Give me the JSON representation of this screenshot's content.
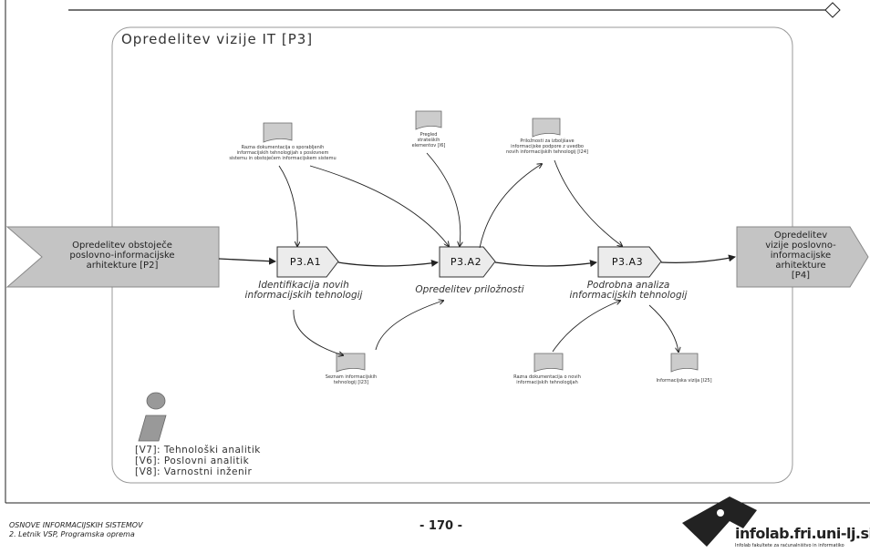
{
  "diagram": {
    "title": "Opredelitev vizije IT [P3]",
    "input": "Opredelitev obstoječe\nposlovno-informacijske\narhitekture [P2]",
    "output": "Opredelitev\nvizije poslovno-\ninformacijske\narhitekture\n[P4]",
    "activities": [
      {
        "id": "P3.A1",
        "name": "Identifikacija novih\ninformacijskih tehnologij"
      },
      {
        "id": "P3.A2",
        "name": "Opredelitev priložnosti"
      },
      {
        "id": "P3.A3",
        "name": "Podrobna analiza\ninformacijskih tehnologij"
      }
    ],
    "documents": {
      "d1": "Razna dokumentacija o sporabljenih\ninformacijskih tehnologijah s poslovnem\nsistemu in obstoječem informacijskem sistemu",
      "d2": "Pregled\nstrateških\nelementov [I6]",
      "d3": "Priložnosti za izboljšave\ninformacijske podpore z uvedbo\nnovih informacijskih tehnologij [I24]",
      "d4": "Seznam informacijskih\ntehnologij [I23]",
      "d5": "Razna dokumentacija o novih\ninformacijskih tehnologijah",
      "d6": "Informacijska vizija [I25]"
    },
    "roles": [
      "[V7]: Tehnološki analitik",
      "[V6]: Poslovni analitik",
      "[V8]: Varnostni inženir"
    ]
  },
  "footer": {
    "course_line1": "OSNOVE INFORMACIJSKIH SISTEMOV",
    "course_line2": "2. Letnik VSP, Programska oprema",
    "page": "- 170 -",
    "logo_text": "infolab.fri.uni-lj.si",
    "logo_sub": "Infolab fakultete za računalništvo in informatiko"
  },
  "colors": {
    "box_fill": "#e8e8e8",
    "arrow_fill": "#c4c4c4",
    "line": "#222222"
  }
}
